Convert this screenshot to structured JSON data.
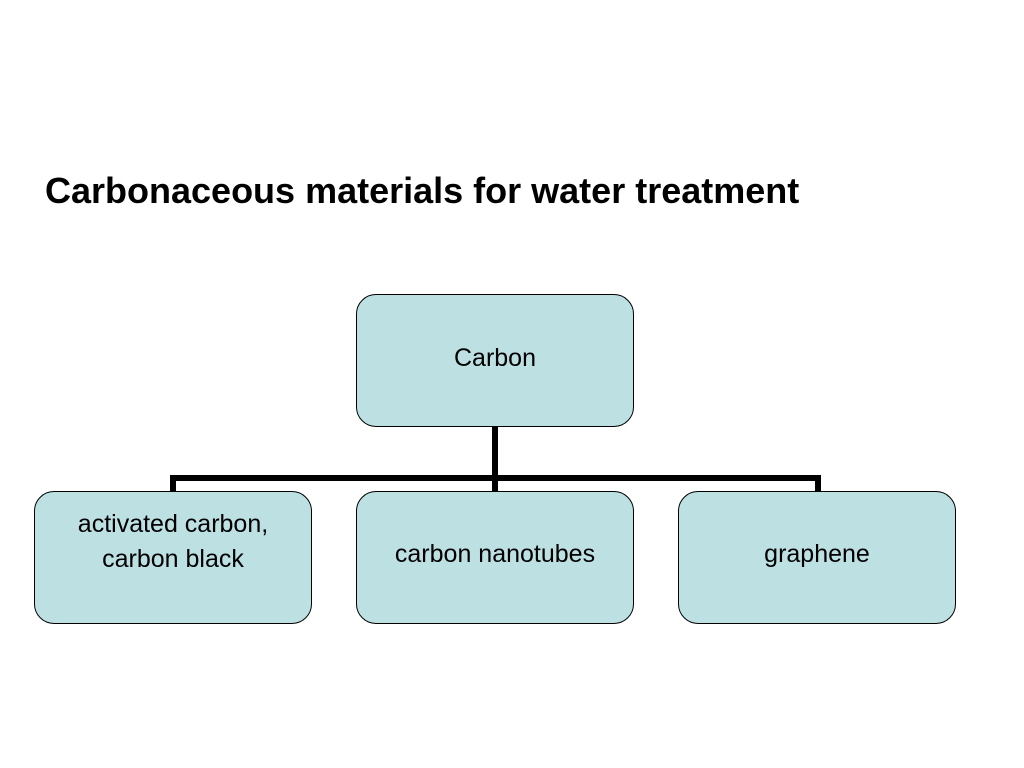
{
  "title": "Carbonaceous materials for water treatment",
  "diagram": {
    "root": {
      "label": "Carbon"
    },
    "children": [
      {
        "label": "activated carbon,\ncarbon black"
      },
      {
        "label": "carbon nanotubes"
      },
      {
        "label": "graphene"
      }
    ],
    "colors": {
      "node_fill": "#bde0e3",
      "node_border": "#000000",
      "connector": "#000000"
    }
  }
}
